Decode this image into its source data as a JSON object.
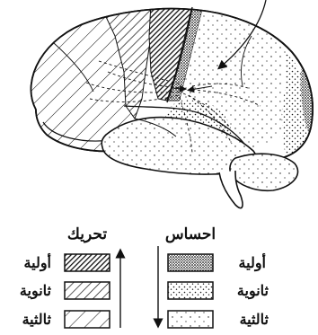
{
  "legend": {
    "motor": {
      "header": "تحريك",
      "rows": [
        {
          "label": "أولية",
          "pattern": "dense-diagonal-hatch"
        },
        {
          "label": "ثانوية",
          "pattern": "medium-diagonal-hatch"
        },
        {
          "label": "ثالثية",
          "pattern": "sparse-diagonal-hatch"
        }
      ],
      "arrow": "up"
    },
    "sensory": {
      "header": "احساس",
      "rows": [
        {
          "label": "أولية",
          "pattern": "dense-stipple"
        },
        {
          "label": "ثانوية",
          "pattern": "medium-stipple"
        },
        {
          "label": "ثالثية",
          "pattern": "sparse-stipple"
        }
      ],
      "arrow": "down"
    }
  },
  "colors": {
    "ink": "#111111",
    "paper": "#ffffff"
  }
}
